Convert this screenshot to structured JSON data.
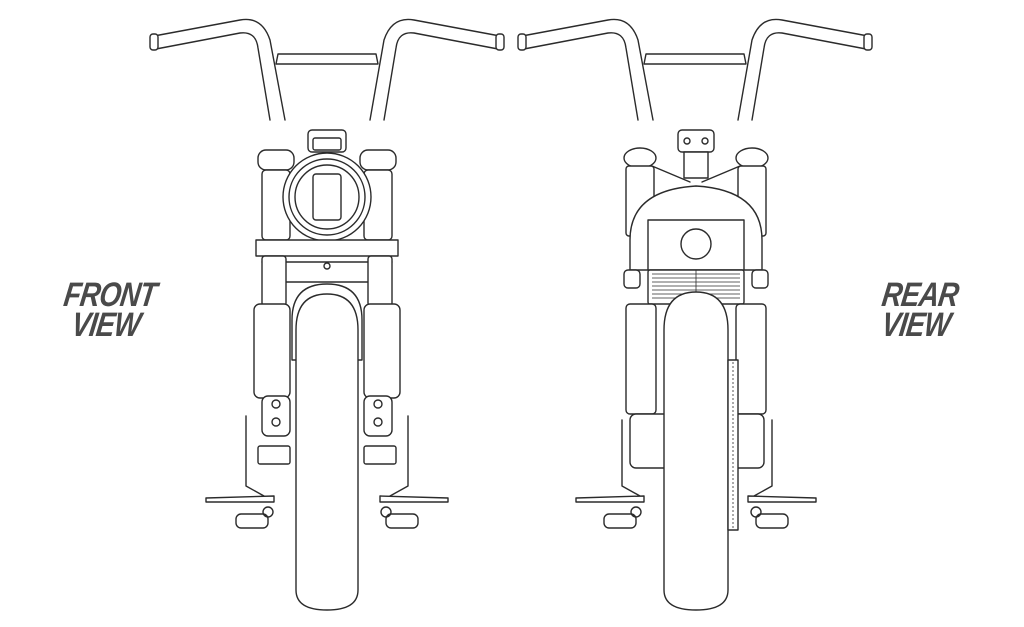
{
  "labels": {
    "front": {
      "line1": "FRONT",
      "line2": "VIEW"
    },
    "rear": {
      "line1": "REAR",
      "line2": "VIEW"
    }
  },
  "colors": {
    "label_text": "#4a4a4a",
    "line_art": "#2b2b2b",
    "background": "#ffffff"
  }
}
